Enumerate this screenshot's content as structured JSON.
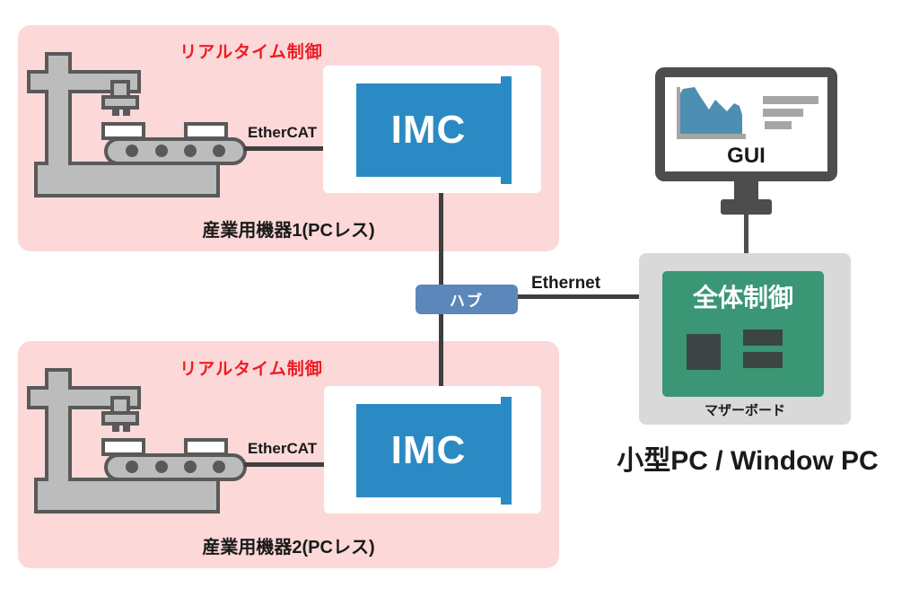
{
  "diagram": {
    "machine_groups": [
      {
        "realtime_label": "リアルタイム制御",
        "bus_label": "EtherCAT",
        "controller_label": "IMC",
        "caption": "産業用機器1(PCレス)"
      },
      {
        "realtime_label": "リアルタイム制御",
        "bus_label": "EtherCAT",
        "controller_label": "IMC",
        "caption": "産業用機器2(PCレス)"
      }
    ],
    "hub_label": "ハブ",
    "ethernet_label": "Ethernet",
    "pc": {
      "gui_label": "GUI",
      "control_label": "全体制御",
      "motherboard_label": "マザーボード",
      "caption": "小型PC / Window PC"
    },
    "colors": {
      "panel_pink": "#fcd8d8",
      "accent_red": "#ed1c24",
      "imc_blue": "#2b8ac3",
      "hub_blue": "#5c87ba",
      "board_green": "#3a9675",
      "pc_gray": "#d9d9d9",
      "machine_gray": "#bcbcbc",
      "outline_gray": "#595959",
      "link_line_dark": "#3f3f3f",
      "monitor_dark": "#4d4d4d",
      "chart_blue": "#4d8fb2",
      "chart_gray": "#a6a6a6",
      "chip_dark": "#3c4543"
    },
    "icons": [
      "industrial-machine-icon",
      "monitor-icon",
      "area-chart-icon",
      "text-lines-icon",
      "cpu-chip-icon",
      "ram-module-icon"
    ]
  }
}
